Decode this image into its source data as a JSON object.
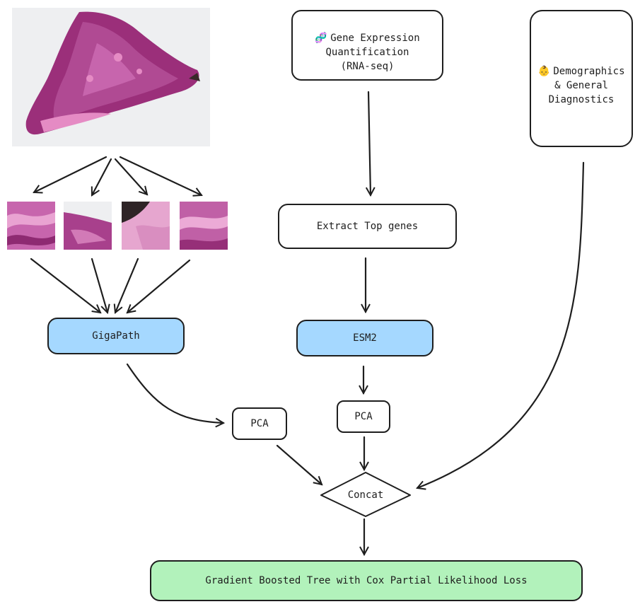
{
  "nodes": {
    "gene_expression": "Gene Expression\nQuantification\n(RNA-seq)",
    "demographics": "Demographics\n& General\nDiagnostics",
    "extract_top_genes": "Extract Top genes",
    "gigapath": "GigaPath",
    "esm2": "ESM2",
    "pca_left": "PCA",
    "pca_right": "PCA",
    "concat": "Concat",
    "gbt": "Gradient Boosted Tree with Cox Partial Likelihood Loss"
  },
  "icons": {
    "gene_expression": "dna-icon",
    "demographics": "person-face-icon",
    "wsi": "whole-slide-image",
    "patches": "tissue-patch-image"
  },
  "colors": {
    "blue_fill": "#a5d8ff",
    "green_fill": "#b2f2bb",
    "stroke": "#1e1e1e",
    "tissue_dark": "#9b2f7a",
    "tissue_light": "#e58bc4"
  }
}
